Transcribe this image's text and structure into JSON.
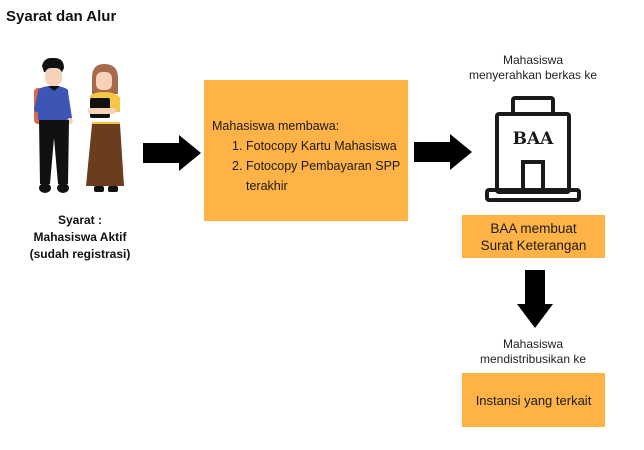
{
  "title": "Syarat dan Alur",
  "requirement": {
    "line1": "Syarat :",
    "line2": "Mahasiswa Aktif",
    "line3": "(sudah registrasi)"
  },
  "step_bring": {
    "heading": "Mahasiswa membawa:",
    "items": [
      {
        "num": "1.",
        "text": "Fotocopy Kartu Mahasiswa"
      },
      {
        "num": "2.",
        "text": "Fotocopy Pembayaran SPP terakhir"
      }
    ]
  },
  "step_submit": {
    "caption_line1": "Mahasiswa",
    "caption_line2": "menyerahkan berkas ke",
    "building_label": "BAA"
  },
  "step_baa": {
    "line1": "BAA membuat",
    "line2": "Surat Keterangan"
  },
  "step_distribute": {
    "caption_line1": "Mahasiswa",
    "caption_line2": "mendistribusikan ke",
    "target": "Instansi yang terkait"
  },
  "colors": {
    "box_fill": "#ffb347",
    "arrow": "#000000",
    "text": "#1a1a1a"
  },
  "icons": {
    "people": "students-illustration",
    "building": "office-building-icon",
    "arrow_right": "arrow-right-icon",
    "arrow_down": "arrow-down-icon"
  }
}
